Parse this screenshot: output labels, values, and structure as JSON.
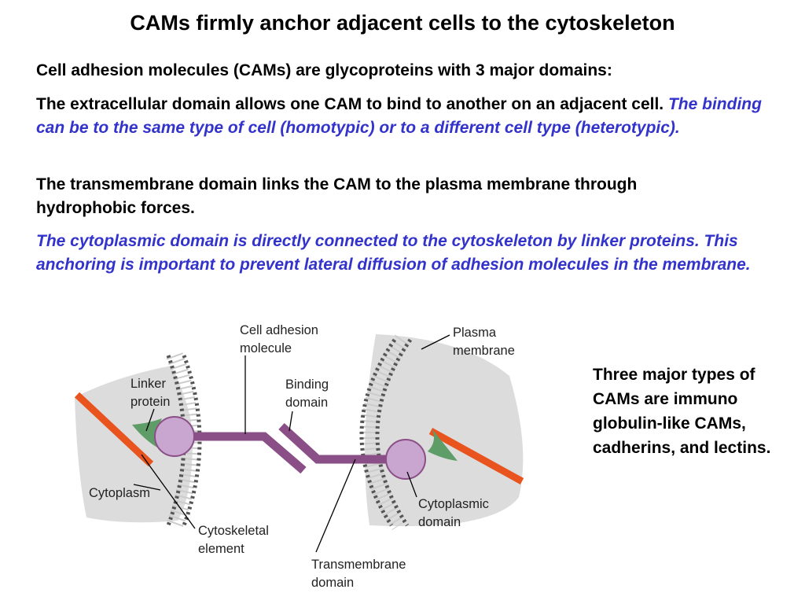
{
  "title": "CAMs firmly anchor adjacent cells to the cytoskeleton",
  "intro": "Cell adhesion molecules (CAMs) are glycoproteins with 3 major domains:",
  "extracellular": {
    "text": "The extracellular domain allows one CAM to bind to another on an adjacent cell. ",
    "highlight": "The binding can be to the same type of cell (homotypic) or to a different cell type (heterotypic)."
  },
  "transmembrane": "The transmembrane domain links the CAM to the plasma membrane through hydrophobic forces.",
  "cytoplasmic": "The cytoplasmic domain is directly connected to the cytoskeleton by linker proteins. This anchoring is important to prevent lateral diffusion of adhesion molecules in the membrane.",
  "side_note": "Three major types of CAMs are immuno globulin-like CAMs, cadherins, and lectins.",
  "diagram": {
    "labels": {
      "cam_1": "Cell adhesion",
      "cam_2": "molecule",
      "plasma_1": "Plasma",
      "plasma_2": "membrane",
      "linker_1": "Linker",
      "linker_2": "protein",
      "binding_1": "Binding",
      "binding_2": "domain",
      "cytoplasm": "Cytoplasm",
      "cytoskeletal_1": "Cytoskeletal",
      "cytoskeletal_2": "element",
      "cytoplasmic_1": "Cytoplasmic",
      "cytoplasmic_2": "domain",
      "transmembrane_1": "Transmembrane",
      "transmembrane_2": "domain"
    },
    "colors": {
      "cytoplasm": "#dcdcdc",
      "cam": "#8a4f86",
      "sphere": "#c9a6cf",
      "linker": "#5f9d68",
      "cytoskeleton": "#e8531e",
      "membrane": "#555555"
    }
  }
}
